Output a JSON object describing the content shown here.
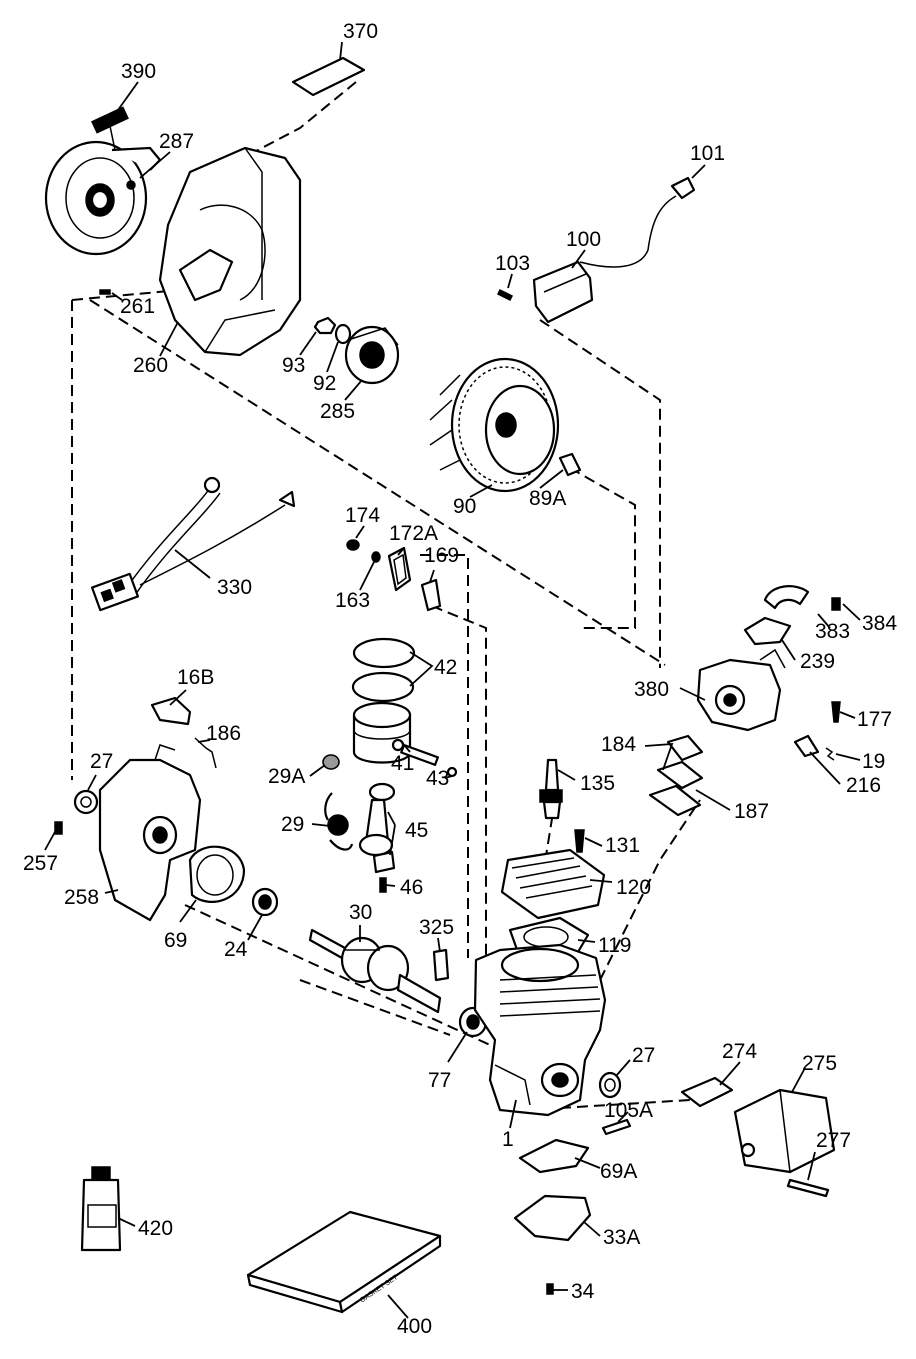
{
  "diagram": {
    "callouts": {
      "c370": "370",
      "c390": "390",
      "c287": "287",
      "c101": "101",
      "c100": "100",
      "c103": "103",
      "c261": "261",
      "c260": "260",
      "c93": "93",
      "c92": "92",
      "c285": "285",
      "c90": "90",
      "c89A": "89A",
      "c174": "174",
      "c172A": "172A",
      "c169": "169",
      "c163": "163",
      "c330": "330",
      "c42": "42",
      "c383": "383",
      "c384": "384",
      "c239": "239",
      "c380": "380",
      "c177": "177",
      "c19": "19",
      "c216": "216",
      "c184": "184",
      "c187": "187",
      "c16B": "16B",
      "c186": "186",
      "c27a": "27",
      "c29A": "29A",
      "c41": "41",
      "c43": "43",
      "c135": "135",
      "c29": "29",
      "c45": "45",
      "c131": "131",
      "c257": "257",
      "c46": "46",
      "c120": "120",
      "c258": "258",
      "c30": "30",
      "c69": "69",
      "c24": "24",
      "c325": "325",
      "c119": "119",
      "c274": "274",
      "c275": "275",
      "c27b": "27",
      "c77": "77",
      "c105A": "105A",
      "c1": "1",
      "c69A": "69A",
      "c277": "277",
      "c420": "420",
      "c33A": "33A",
      "c34": "34",
      "c400": "400"
    },
    "box_label": "GASKET SET"
  }
}
